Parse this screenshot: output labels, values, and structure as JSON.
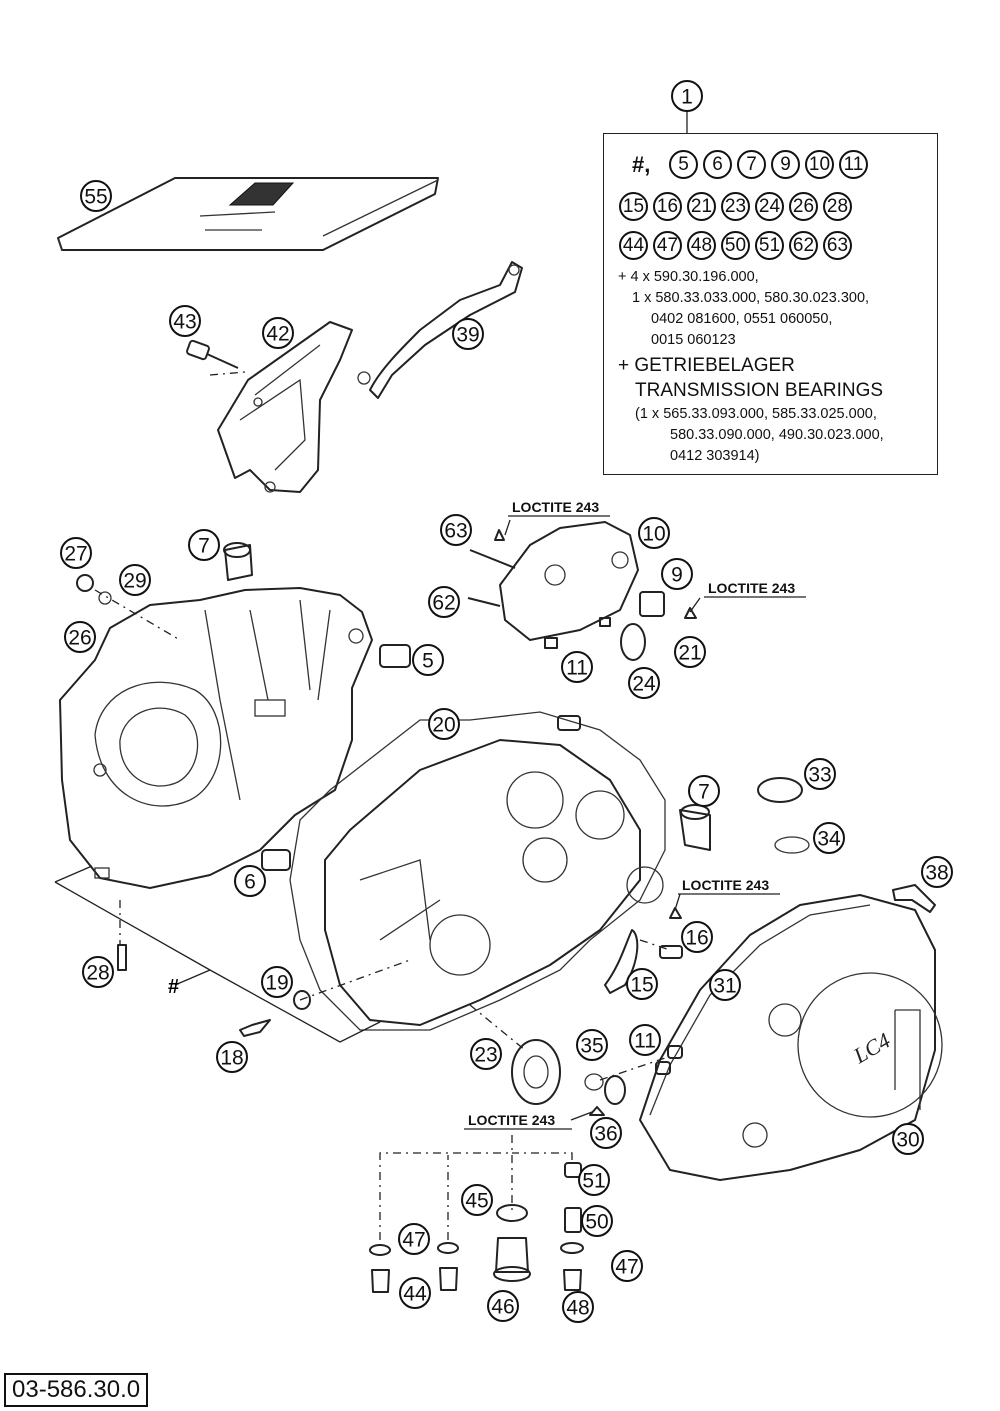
{
  "diagram": {
    "drawing_number": "03-586.30.0",
    "kit": {
      "main_callout": "1",
      "hash_symbol": "#,",
      "row1": [
        "5",
        "6",
        "7",
        "9",
        "10",
        "11"
      ],
      "row2": [
        "15",
        "16",
        "21",
        "23",
        "24",
        "26",
        "28"
      ],
      "row3": [
        "44",
        "47",
        "48",
        "50",
        "51",
        "62",
        "63"
      ],
      "line1": "+ 4 x 590.30.196.000,",
      "line2": "1 x 580.33.033.000, 580.30.023.300,",
      "line3": "0402 081600, 0551 060050,",
      "line4": "0015 060123",
      "line5": "+ GETRIEBELAGER",
      "line6": "TRANSMISSION BEARINGS",
      "line7": "(1 x 565.33.093.000, 585.33.025.000,",
      "line8": "580.33.090.000, 490.30.023.000,",
      "line9": "0412 303914)"
    },
    "loctite_label": "LOCTITE 243",
    "hash_label": "#",
    "cover_lettering": "LC4",
    "callouts": {
      "c55": "55",
      "c43": "43",
      "c42": "42",
      "c39": "39",
      "c27": "27",
      "c29": "29",
      "c26": "26",
      "c7a": "7",
      "c5": "5",
      "c63": "63",
      "c10": "10",
      "c9": "9",
      "c62": "62",
      "c11a": "11",
      "c24": "24",
      "c21": "21",
      "c20": "20",
      "c6": "6",
      "c7b": "7",
      "c33": "33",
      "c34": "34",
      "c38": "38",
      "c16": "16",
      "c15": "15",
      "c31": "31",
      "c28": "28",
      "c19": "19",
      "c18": "18",
      "c23": "23",
      "c35": "35",
      "c11b": "11",
      "c36": "36",
      "c30": "30",
      "c45": "45",
      "c51": "51",
      "c50": "50",
      "c47a": "47",
      "c47b": "47",
      "c44": "44",
      "c46": "46",
      "c48": "48"
    }
  }
}
